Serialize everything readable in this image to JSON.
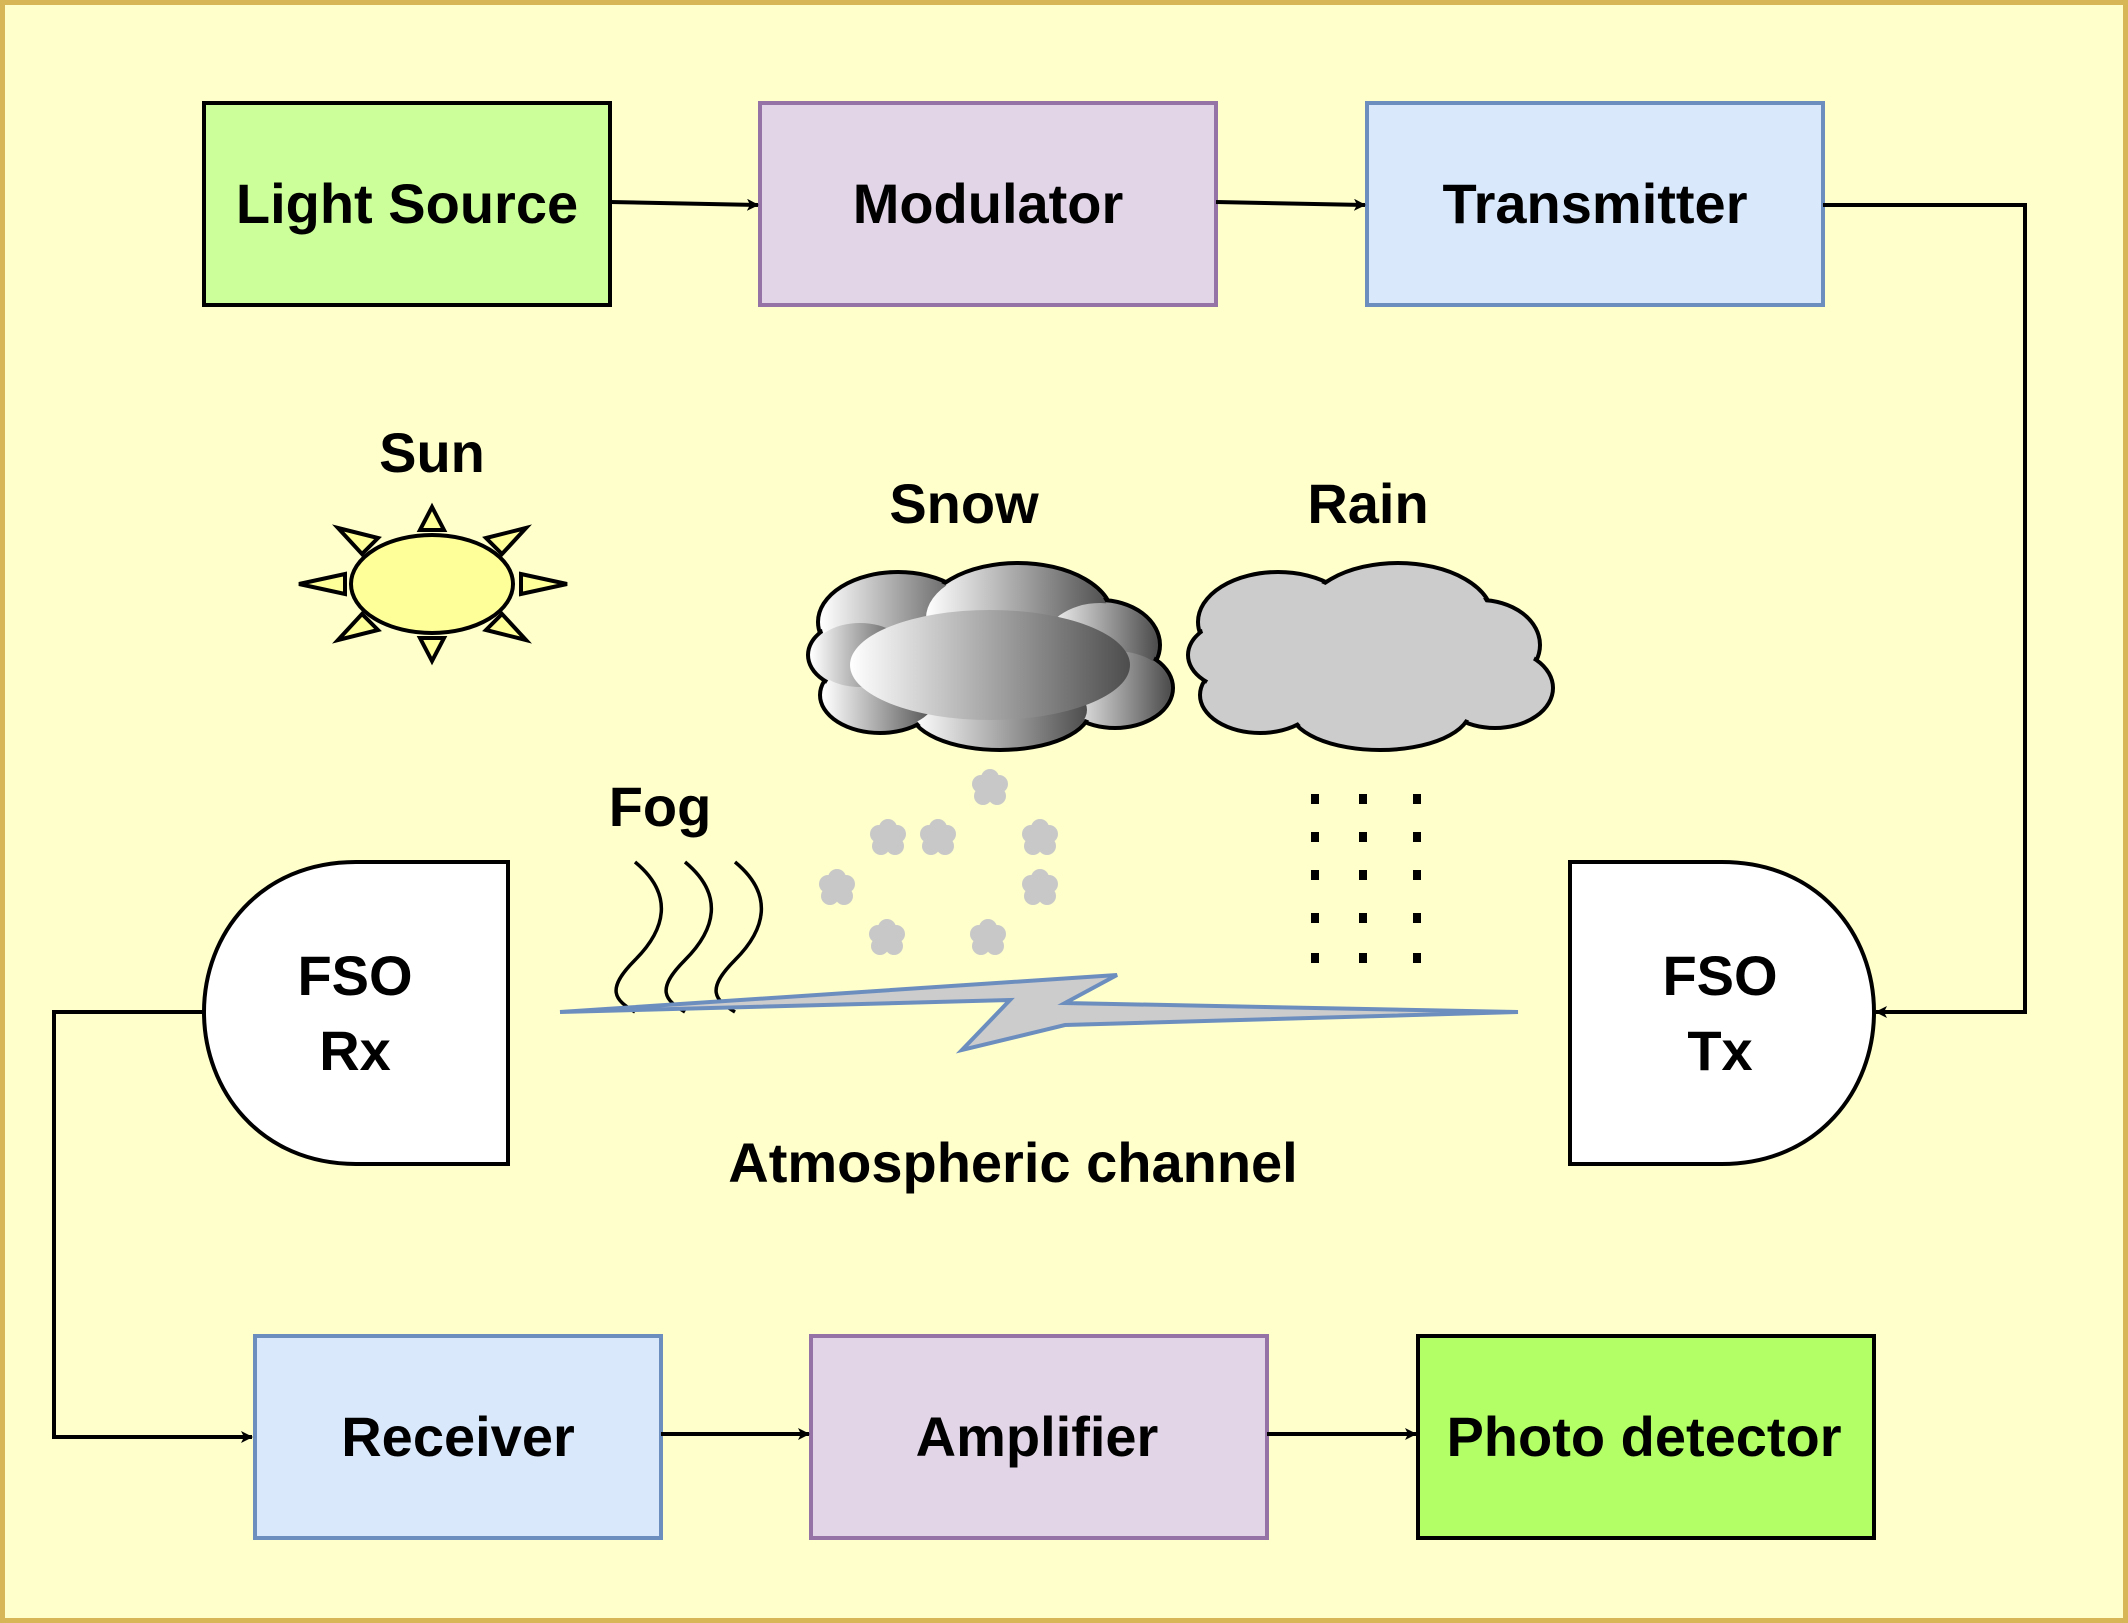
{
  "blocks": {
    "light_source": "Light Source",
    "modulator": "Modulator",
    "transmitter": "Transmitter",
    "receiver": "Receiver",
    "amplifier": "Amplifier",
    "photo_detector": "Photo detector"
  },
  "fso_tx": {
    "line1": "FSO",
    "line2": "Tx"
  },
  "fso_rx": {
    "line1": "FSO",
    "line2": "Rx"
  },
  "labels": {
    "sun": "Sun",
    "snow": "Snow",
    "rain": "Rain",
    "fog": "Fog",
    "channel": "Atmospheric channel"
  },
  "colors": {
    "background": "#ffffcc",
    "border": "#d6b656",
    "green_light": "#ccff99",
    "green_bright": "#b3ff66",
    "purple": "#e1d5e7",
    "purple_stroke": "#9673a6",
    "blue": "#dae8fc",
    "blue_stroke": "#6c8ebf",
    "sun_fill": "#ffff99",
    "cloud_gray": "#cccccc",
    "snowflake": "#c8c8c8",
    "lightning": "#cccccc"
  }
}
